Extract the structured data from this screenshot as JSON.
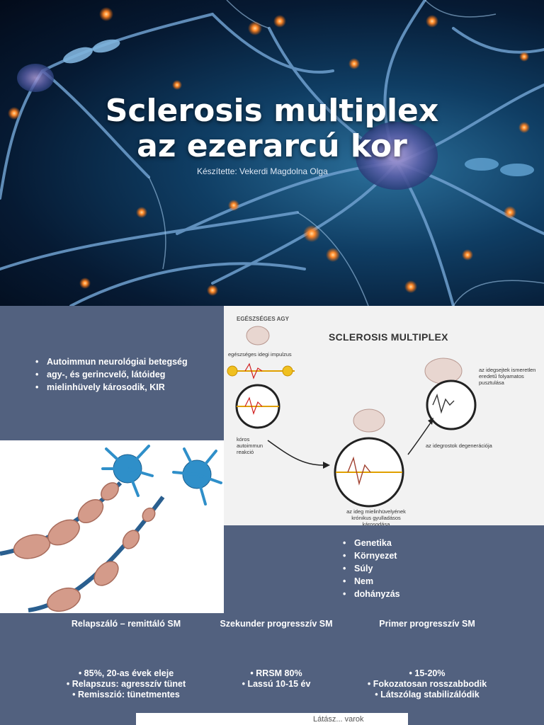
{
  "hero": {
    "title_line1": "Sclerosis multiplex",
    "title_line2": "az ezerarcú kor",
    "subtitle": "Készítette: Vekerdi Magdolna Olga"
  },
  "intro": {
    "bullets": [
      "Autoimmun neurológiai betegség",
      "agy-, és gerincvelő, látóideg",
      "mielinhüvely károsodik, KIR"
    ]
  },
  "diagram": {
    "title": "SCLEROSIS MULTIPLEX",
    "healthy_brain": "EGÉSZSÉGES AGY",
    "healthy_impulse": "egészséges idegi impulzus",
    "autoimmune": "kóros autoimmun reakció",
    "myelin_damage": "az ideg mielinhüvelyének krónikus gyulladásos károsodása",
    "degeneration": "az idegrostok degenerációja",
    "cell_death": "az idegsejtek ismeretlen eredetű folyamatos pusztulása"
  },
  "risk_factors": {
    "bullets": [
      "Genetika",
      "Környezet",
      "Súly",
      "Nem",
      "dohányzás"
    ]
  },
  "types": [
    {
      "header": "Relapszáló – remittáló SM",
      "bullets": [
        "85%, 20-as évek eleje",
        "Relapszus: agresszív tünet",
        "Remisszió: tünetmentes"
      ]
    },
    {
      "header": "Szekunder progresszív SM",
      "bullets": [
        "RRSM  80%",
        "Lassú 10-15 év"
      ]
    },
    {
      "header": "Primer progresszív SM",
      "bullets": [
        "15-20%",
        "Fokozatosan rosszabbodik",
        "Látszólag stabilizálódik"
      ]
    }
  ],
  "footer": {
    "partial_text": "Látász... varok"
  },
  "colors": {
    "panel_bg": "#52617f",
    "text": "#ffffff",
    "diagram_bg": "#f2f2f2"
  }
}
